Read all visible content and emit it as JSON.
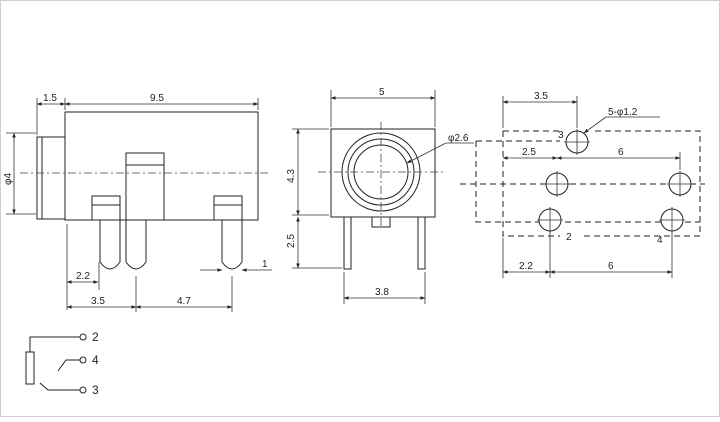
{
  "side_view": {
    "dims": {
      "top_left": "1.5",
      "top_main": "9.5",
      "height": "φ4",
      "pin_pitch_small": "2.2",
      "pin_offset": "1",
      "pin_dist_a": "3.5",
      "pin_dist_b": "4.7"
    }
  },
  "front_view": {
    "dims": {
      "width": "5",
      "body_height": "4.3",
      "leg_height": "2.5",
      "bore": "φ2.6",
      "leg_spacing": "3.8"
    }
  },
  "pcb_layout": {
    "dims": {
      "top_offset": "3.5",
      "hole_spec": "5-φ1.2",
      "left_gap": "2.5",
      "span_top": "6",
      "bottom_left": "2.2",
      "span_bottom": "6"
    },
    "pin_labels": {
      "p3": "3",
      "p2": "2",
      "p4": "4"
    }
  },
  "schematic": {
    "pin_labels": {
      "p2": "2",
      "p4": "4",
      "p3": "3"
    }
  }
}
